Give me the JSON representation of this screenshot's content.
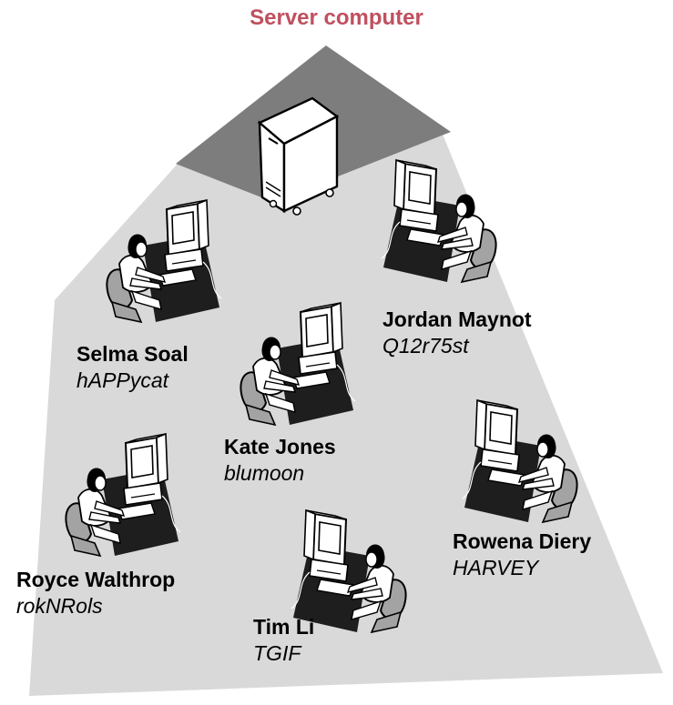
{
  "title": "Server computer",
  "colors": {
    "title": "#c0505f",
    "floor": "#d9d9d9",
    "server_platform": "#7d7d7d",
    "desk": "#1e1e1e",
    "chair": "#a3a3a3",
    "outline": "#000000",
    "fill_white": "#ffffff"
  },
  "icons": {
    "server": "server-tower-icon",
    "workstation": "person-at-computer-icon"
  },
  "users": [
    {
      "name": "Selma Soal",
      "password": "hAPPycat"
    },
    {
      "name": "Jordan Maynot",
      "password": "Q12r75st"
    },
    {
      "name": "Kate Jones",
      "password": "blumoon"
    },
    {
      "name": "Rowena Diery",
      "password": "HARVEY"
    },
    {
      "name": "Royce Walthrop",
      "password": "rokNRols"
    },
    {
      "name": "Tim Li",
      "password": "TGIF"
    }
  ]
}
